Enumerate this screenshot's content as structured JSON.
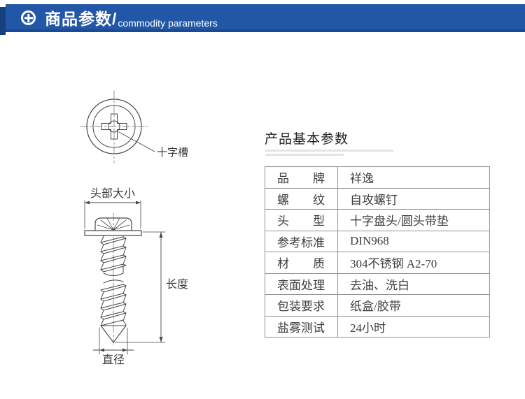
{
  "header": {
    "title_zh": "商品参数/",
    "title_en": "commodity parameters",
    "icon": "plus",
    "bg_color": "#2257a7",
    "accent_color": "#1a4a94"
  },
  "section": {
    "title": "产品基本参数"
  },
  "diagram": {
    "line_color": "#474747",
    "labels": {
      "cross_slot": "十字槽",
      "head_size": "头部大小",
      "length": "长度",
      "diameter": "直径"
    }
  },
  "table": {
    "border_color": "#909090",
    "rows": [
      {
        "label": "品　　牌",
        "value": "祥逸"
      },
      {
        "label": "螺　　纹",
        "value": "自攻螺钉"
      },
      {
        "label": "头　　型",
        "value": "十字盘头/圆头带垫"
      },
      {
        "label": "参考标准",
        "value": "DIN968"
      },
      {
        "label": "材　　质",
        "value": "304不锈钢 A2-70"
      },
      {
        "label": "表面处理",
        "value": "去油、洗白"
      },
      {
        "label": "包装要求",
        "value": "纸盒/胶带"
      },
      {
        "label": "盐雾测试",
        "value": "24小时"
      }
    ]
  }
}
